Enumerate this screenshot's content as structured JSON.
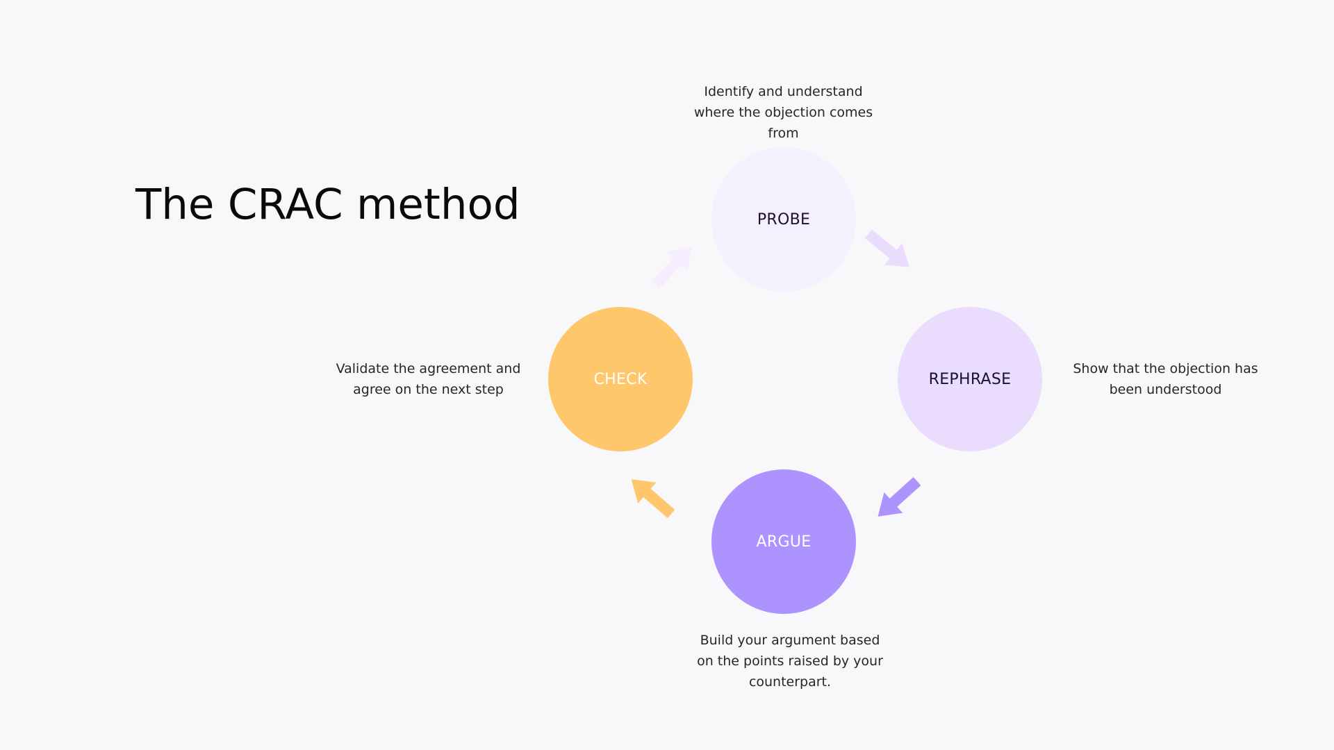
{
  "title": "The CRAC method",
  "nodes": {
    "probe": {
      "label": "PROBE",
      "description": "Identify and understand where the objection comes from",
      "color": "#f5f0fe",
      "text_color": "#1a1030"
    },
    "rephrase": {
      "label": "REPHRASE",
      "description": "Show that the objection has been understood",
      "color": "#e9dcfd",
      "text_color": "#1a1030"
    },
    "argue": {
      "label": "ARGUE",
      "description": "Build your argument based on the points raised by your counterpart.",
      "color": "#ac93fd",
      "text_color": "#ffffff"
    },
    "check": {
      "label": "CHECK",
      "description": "Validate the agreement and agree on the next step",
      "color": "#ffc76b",
      "text_color": "#ffffff"
    }
  },
  "arrows": {
    "check_to_probe": {
      "color": "#f4eefe"
    },
    "probe_to_rephrase": {
      "color": "#e9dcfd"
    },
    "rephrase_to_argue": {
      "color": "#ac93fd"
    },
    "argue_to_check": {
      "color": "#ffc76b"
    }
  }
}
